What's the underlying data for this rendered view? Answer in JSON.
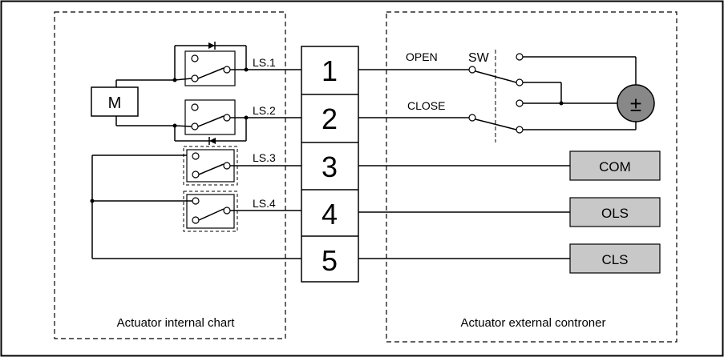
{
  "internal": {
    "caption": "Actuator internal chart",
    "motor_label": "M",
    "limit_switches": [
      "LS.1",
      "LS.2",
      "LS.3",
      "LS.4"
    ]
  },
  "terminals": [
    "1",
    "2",
    "3",
    "4",
    "5"
  ],
  "external": {
    "caption": "Actuator external controner",
    "switch_label": "SW",
    "open_label": "OPEN",
    "close_label": "CLOSE",
    "power_symbol": "±",
    "outputs": [
      "COM",
      "OLS",
      "CLS"
    ]
  },
  "colors": {
    "output_box_fill": "#c8c8c8",
    "power_fill": "#888888"
  }
}
